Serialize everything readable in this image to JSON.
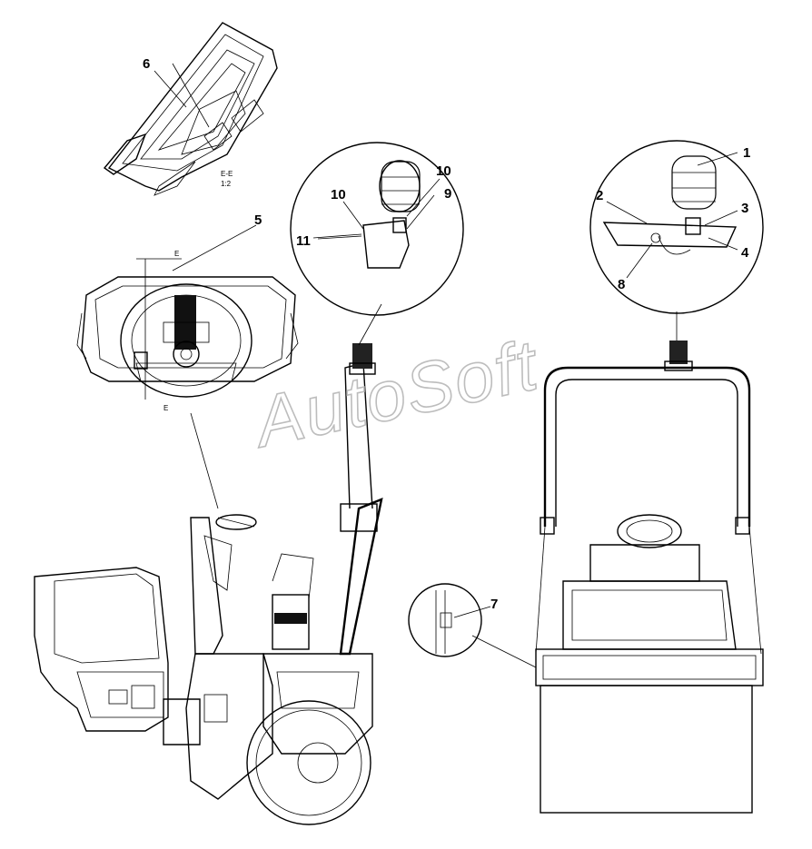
{
  "watermark": "AutoSoft",
  "section_view": {
    "name": "E-E",
    "scale": "1:2"
  },
  "section_marker": "E",
  "callouts": [
    "1",
    "2",
    "3",
    "4",
    "5",
    "6",
    "7",
    "8",
    "9",
    "10",
    "10",
    "11"
  ]
}
